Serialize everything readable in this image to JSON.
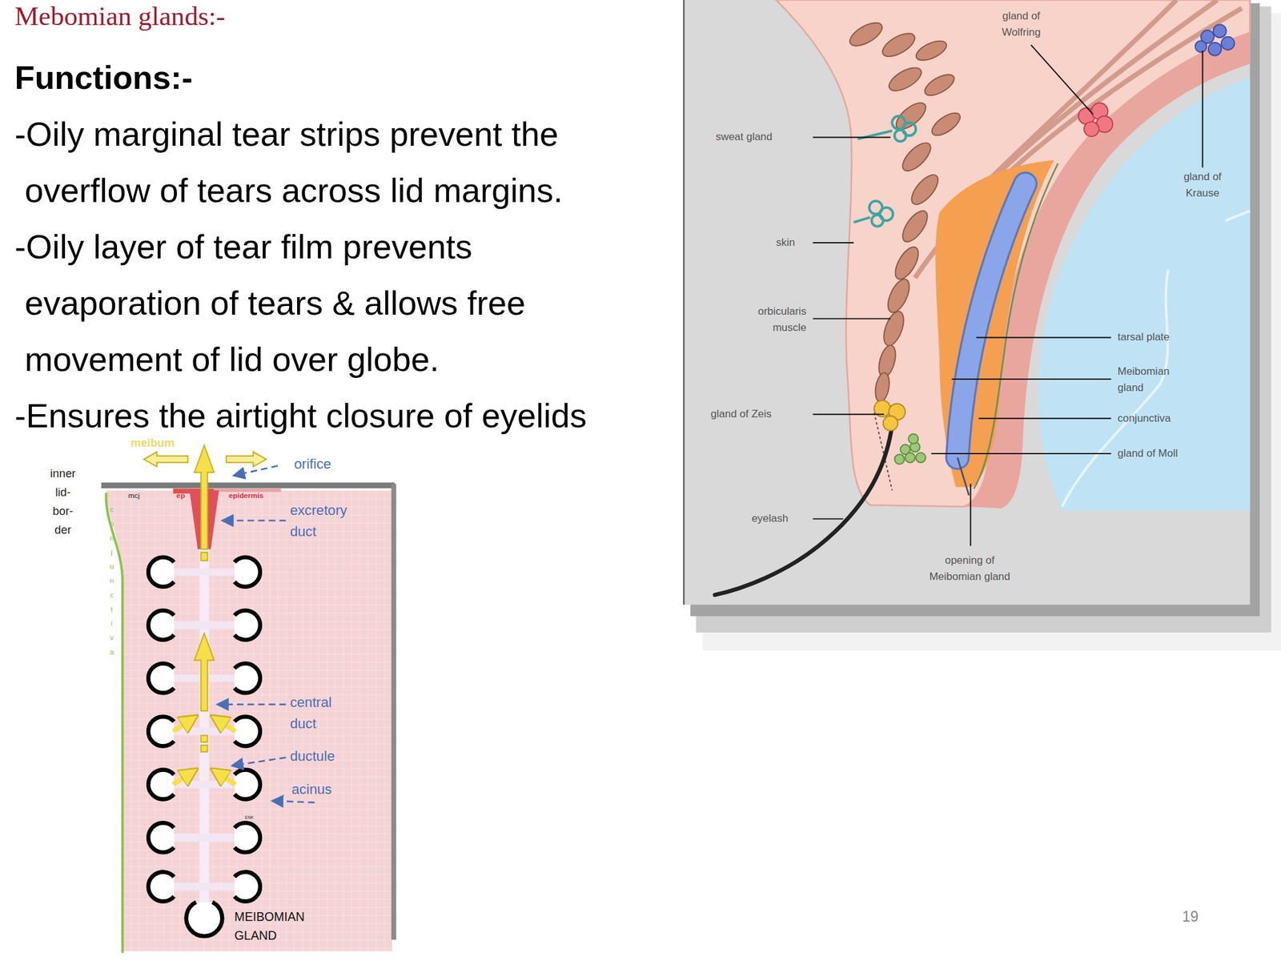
{
  "diagram": {
    "title": "Mebomian glands:-",
    "labels": [
      "Functions:-",
      "-Oily marginal tear strips prevent the overflow of tears across lid margins.",
      "-Oily layer of tear film prevents evaporation of tears & allows free movement of lid over globe.",
      "-Ensures the airtight closure of eyelids",
      "gland of Wolfring",
      "gland of Krause",
      "sweat gland",
      "skin",
      "orbicularis muscle",
      "tarsal plate",
      "Meibomian gland",
      "gland of Zeis",
      "conjunctiva",
      "gland of Moll",
      "eyelash",
      "opening of Meibomian gland",
      "meibum",
      "orifice",
      "inner lid- bor- der",
      "mcj",
      "ep",
      "epidermis",
      "excretory duct",
      "conjunctiva",
      "central duct",
      "ductule",
      "acinus",
      "ENK",
      "MEIBOMIAN GLAND",
      "19"
    ]
  }
}
